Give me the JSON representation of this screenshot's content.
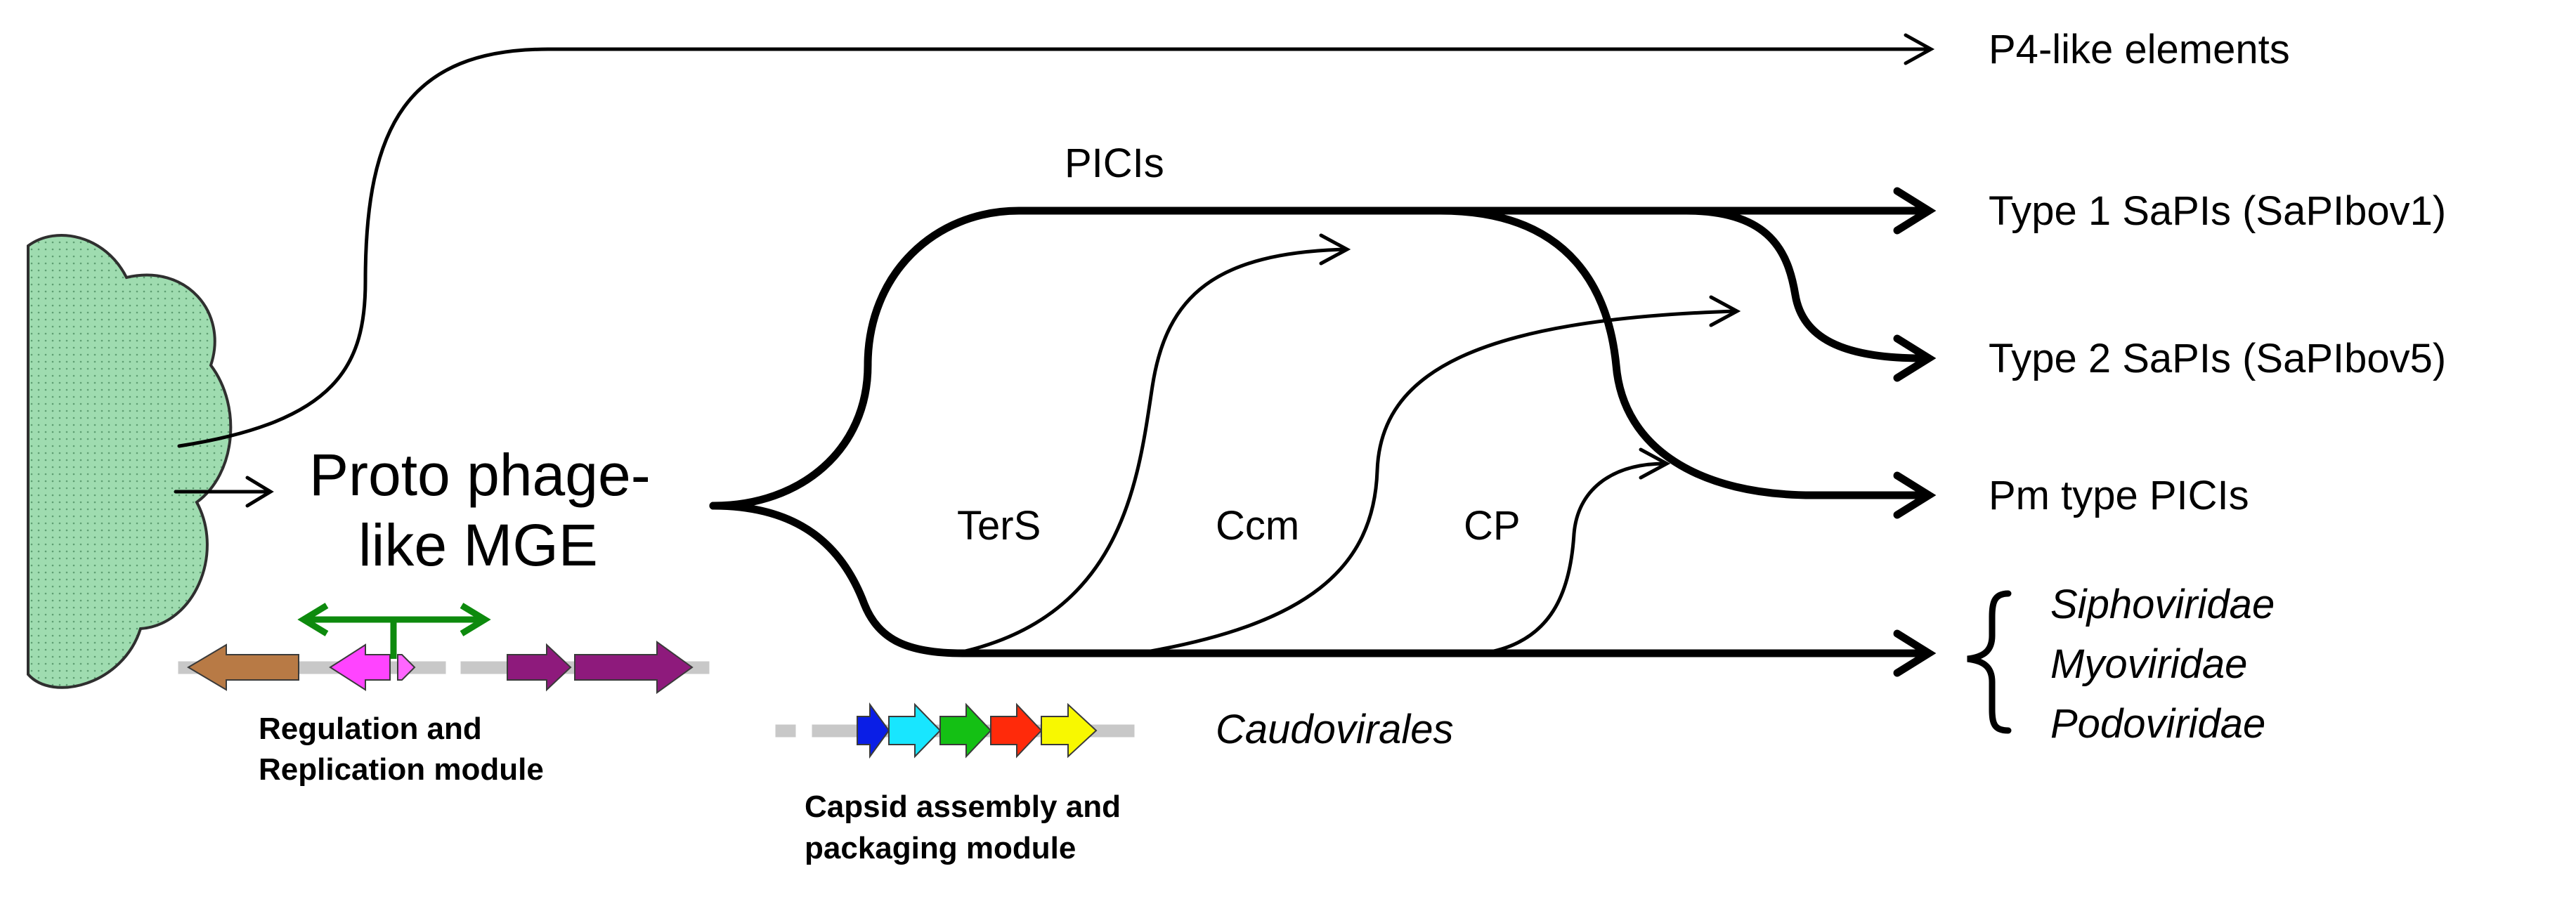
{
  "labels": {
    "p4_like": "P4-like elements",
    "picis": "PICIs",
    "type1": "Type 1 SaPIs (SaPIbov1)",
    "type2": "Type 2 SaPIs (SaPIbov5)",
    "pm_type": "Pm type PICIs",
    "proto_line1": "Proto phage-",
    "proto_line2": "like MGE",
    "ters": "TerS",
    "ccm": "Ccm",
    "cp": "CP",
    "caudovirales": "Caudovirales",
    "families": [
      "Siphoviridae",
      "Myoviridae",
      "Podoviridae"
    ],
    "regulation_line1": "Regulation and",
    "regulation_line2": "Replication module",
    "capsid_line1": "Capsid assembly and",
    "capsid_line2": "packaging module"
  },
  "colors": {
    "cloud": "#9fdcb0",
    "regulation_module": [
      "#b87a45",
      "#ff44ff",
      "#ff66ff",
      "#8e1a7c",
      "#8e1a7c"
    ],
    "divergent_arrow": "#0d8a0d",
    "capsid_module": [
      "#0a1ee6",
      "#18e6ff",
      "#14c014",
      "#ff2a0a",
      "#f8f800"
    ]
  },
  "icons": {
    "cloud": "origin-cloud",
    "genes": "gene-arrow"
  }
}
